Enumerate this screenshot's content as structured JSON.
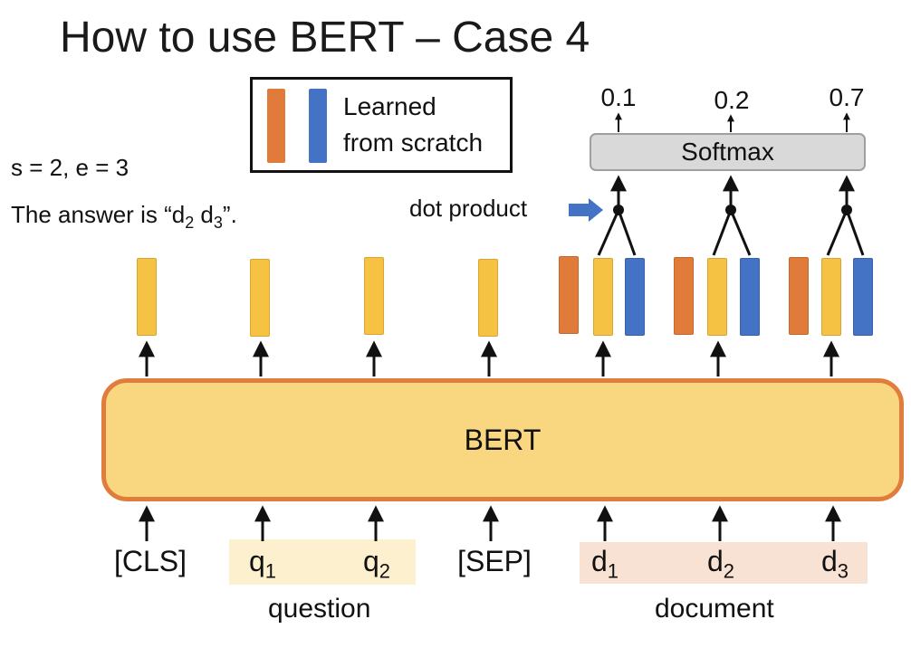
{
  "title": "How to use BERT – Case 4",
  "legend": {
    "line1": "Learned",
    "line2": "from scratch"
  },
  "answer_params": "s = 2, e = 3",
  "answer_text_prefix": "The answer is “d",
  "answer_sub1": "2",
  "answer_mid": " d",
  "answer_sub2": "3",
  "answer_suffix": "”.",
  "dot_product_label": "dot product",
  "softmax_label": "Softmax",
  "probabilities": [
    "0.1",
    "0.2",
    "0.7"
  ],
  "bert_label": "BERT",
  "tokens": {
    "cls": "[CLS]",
    "q1": "q",
    "q1_sub": "1",
    "q2": "q",
    "q2_sub": "2",
    "sep": "[SEP]",
    "d1": "d",
    "d1_sub": "1",
    "d2": "d",
    "d2_sub": "2",
    "d3": "d",
    "d3_sub": "3"
  },
  "group_labels": {
    "question": "question",
    "document": "document"
  },
  "colors": {
    "yellow": "#f5c243",
    "orange": "#e07b39",
    "blue": "#4472c4",
    "bert_fill": "#f9d680",
    "bert_border": "#e07d3c"
  }
}
